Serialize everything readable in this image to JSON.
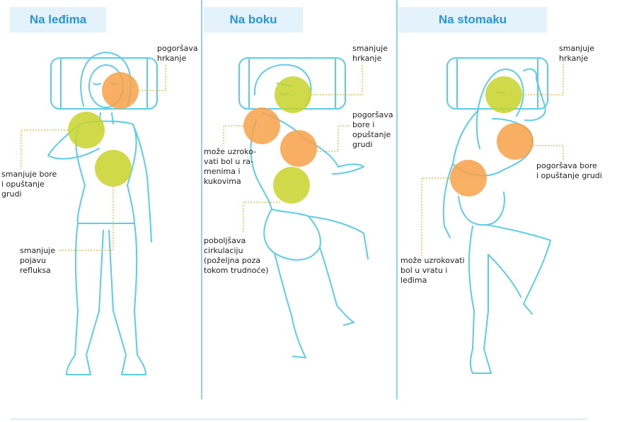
{
  "panels": [
    {
      "title": "Na leđima",
      "notes": [
        "pogoršava\nhrkanje",
        "smanjuje bore\ni opuštanje\ngrudi",
        "smanjuje\npojavu\nrefluksa"
      ]
    },
    {
      "title": "Na boku",
      "notes": [
        "smanjuje\nhrkanje",
        "pogoršava\nbore i\nopuštanje\ngrudi",
        "može uzroko-\nvati bol u ra-\nmenima i\nkukovima",
        "poboljšava\ncirkulaciju\n(poželjna poza\ntokom trudnoće)"
      ]
    },
    {
      "title": "Na stomaku",
      "notes": [
        "smanjuje\nhrkanje",
        "pogoršava bore\ni opuštanje grudi",
        "može uzrokovati\nbol u vratu i\nleđima"
      ]
    }
  ],
  "colors": {
    "good": "#c8d42a",
    "bad": "#f7a24a",
    "outline": "#5ccde8",
    "title_bg": "#e4f2fb",
    "title_text": "#2a95d6",
    "leader": "#d8b640"
  }
}
